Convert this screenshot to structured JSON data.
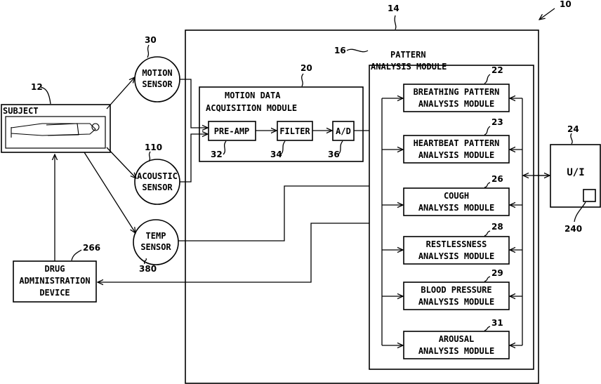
{
  "refs": {
    "system": "10",
    "subject": "12",
    "processor": "14",
    "pattern": "16",
    "acq": "20",
    "breathing": "22",
    "heartbeat": "23",
    "ui": "24",
    "cough": "26",
    "restless": "28",
    "bp": "29",
    "motion": "30",
    "arousal": "31",
    "preamp": "32",
    "filter": "34",
    "ad": "36",
    "acoustic": "110",
    "ui_button": "240",
    "drug": "266",
    "temp": "380"
  },
  "subject": {
    "label": "SUBJECT"
  },
  "sensors": {
    "motion": [
      "MOTION",
      "SENSOR"
    ],
    "acoustic": [
      "ACOUSTIC",
      "SENSOR"
    ],
    "temp": [
      "TEMP",
      "SENSOR"
    ]
  },
  "drug": [
    "DRUG",
    "ADMINISTRATION",
    "DEVICE"
  ],
  "acq": {
    "title": [
      "MOTION DATA",
      "ACQUISITION MODULE"
    ],
    "preamp": "PRE-AMP",
    "filter": "FILTER",
    "ad": "A/D"
  },
  "pattern": {
    "title": [
      "PATTERN",
      "ANALYSIS MODULE"
    ],
    "modules": {
      "breathing": [
        "BREATHING PATTERN",
        "ANALYSIS MODULE"
      ],
      "heartbeat": [
        "HEARTBEAT PATTERN",
        "ANALYSIS MODULE"
      ],
      "cough": [
        "COUGH",
        "ANALYSIS MODULE"
      ],
      "restless": [
        "RESTLESSNESS",
        "ANALYSIS MODULE"
      ],
      "bp": [
        "BLOOD PRESSURE",
        "ANALYSIS MODULE"
      ],
      "arousal": [
        "AROUSAL",
        "ANALYSIS MODULE"
      ]
    }
  },
  "ui": {
    "label": "U/I"
  }
}
